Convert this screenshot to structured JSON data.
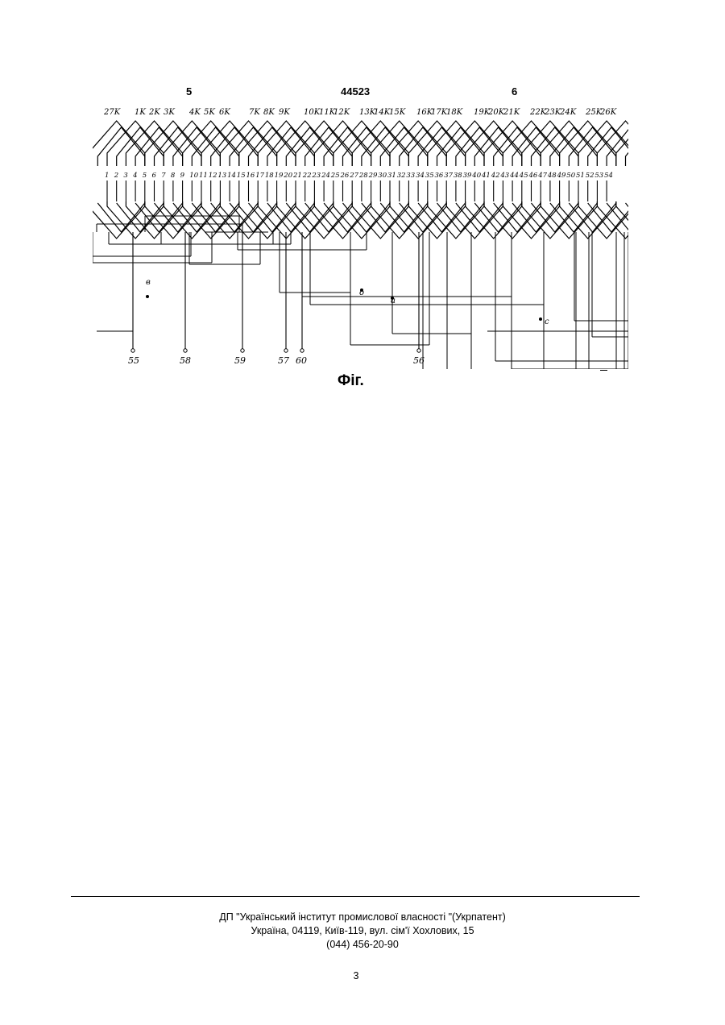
{
  "header": {
    "left": "5",
    "center": "44523",
    "right": "6"
  },
  "diagram": {
    "coil_labels": [
      "27K",
      "1K",
      "2K",
      "3K",
      "4K",
      "5K",
      "6K",
      "7K",
      "8K",
      "9K",
      "10K",
      "11K",
      "12K",
      "13K",
      "14K",
      "15K",
      "16K",
      "17K",
      "18K",
      "19K",
      "20K",
      "21K",
      "22K",
      "23K",
      "24K",
      "25K",
      "26K"
    ],
    "slot_labels": [
      "1",
      "2",
      "3",
      "4",
      "5",
      "6",
      "7",
      "8",
      "9",
      "10",
      "11",
      "12",
      "13",
      "14",
      "15",
      "16",
      "17",
      "18",
      "19",
      "20",
      "21",
      "22",
      "23",
      "24",
      "25",
      "26",
      "27",
      "28",
      "29",
      "30",
      "31",
      "32",
      "33",
      "34",
      "35",
      "36",
      "37",
      "38",
      "39",
      "40",
      "41",
      "42",
      "43",
      "44",
      "45",
      "46",
      "47",
      "48",
      "49",
      "50",
      "51",
      "52",
      "53",
      "54"
    ],
    "terminals": [
      "55",
      "58",
      "59",
      "57",
      "60",
      "56"
    ],
    "nodes": [
      "в",
      "о",
      "а",
      "с"
    ]
  },
  "caption": "Фіг.",
  "footer": {
    "org": "ДП \"Український інститут промислової власності \"(Укрпатент)",
    "address": "Україна, 04119, Київ-119, вул. сім'ї Хохлових, 15",
    "phone": "(044) 456-20-90"
  },
  "page_number": "3"
}
